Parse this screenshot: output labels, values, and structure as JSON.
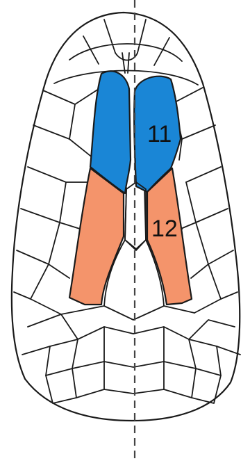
{
  "labels": {
    "region_11": "11",
    "region_12": "12"
  },
  "colors": {
    "region_11": "#1a86d6",
    "region_12": "#f4946b",
    "outline": "#1a1a1a",
    "midline": "#444444"
  },
  "midline": {
    "style": "dashed",
    "orientation": "vertical"
  }
}
